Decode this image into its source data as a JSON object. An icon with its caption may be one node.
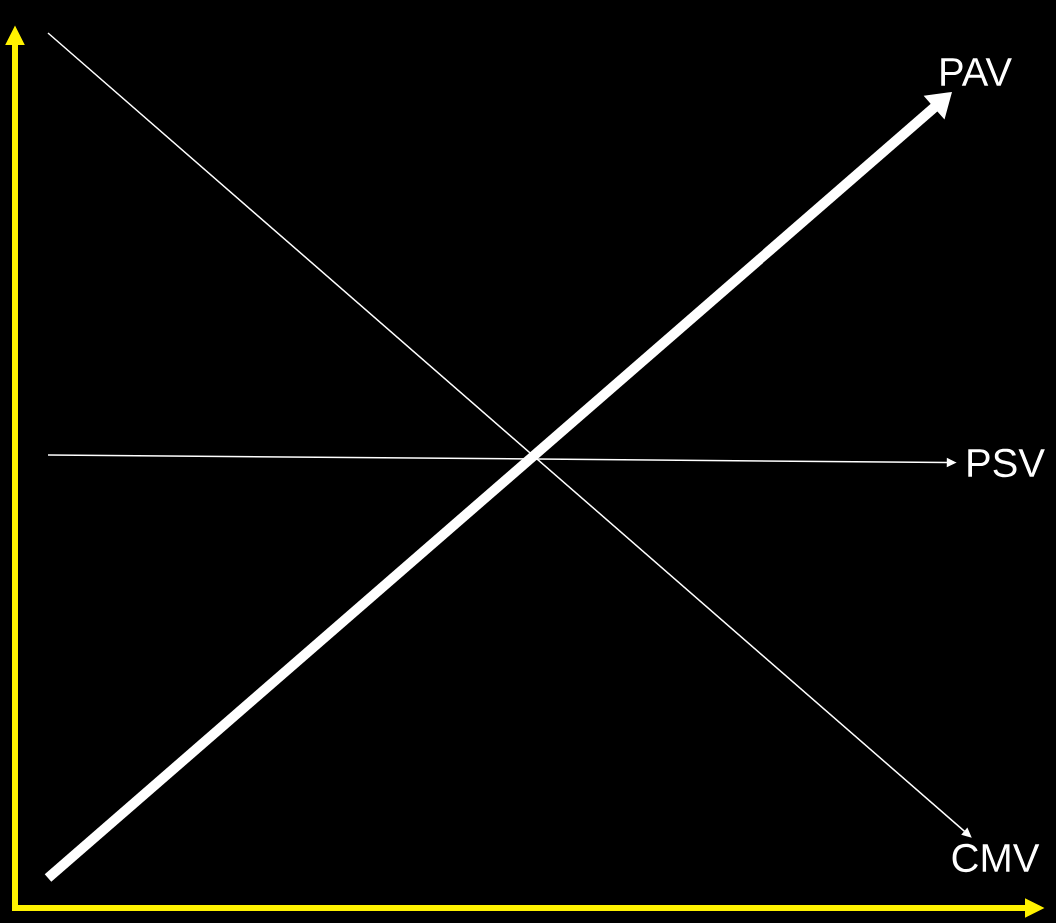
{
  "diagram": {
    "nodes": [
      {
        "text": [
          "PAV"
        ]
      },
      {
        "text": [
          "PSV"
        ]
      },
      {
        "text": [
          "CMV"
        ]
      }
    ],
    "edges": [
      {
        "from": null,
        "to": 0,
        "arrow": "to",
        "style": "thick"
      },
      {
        "from": null,
        "to": 1,
        "arrow": "to"
      },
      {
        "from": null,
        "to": 2,
        "arrow": "to"
      }
    ]
  }
}
